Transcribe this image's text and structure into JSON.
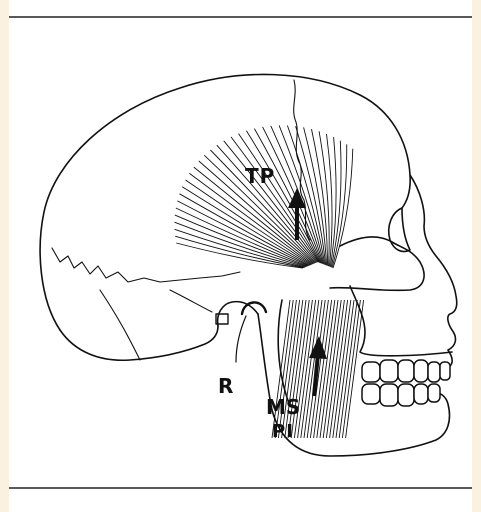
{
  "figure": {
    "labels": {
      "tp": "TP",
      "r": "R",
      "ms": "MS",
      "pi": "PI"
    },
    "colors": {
      "page_background": "#fbf1e1",
      "panel_background": "#ffffff",
      "ink": "#111111"
    }
  }
}
